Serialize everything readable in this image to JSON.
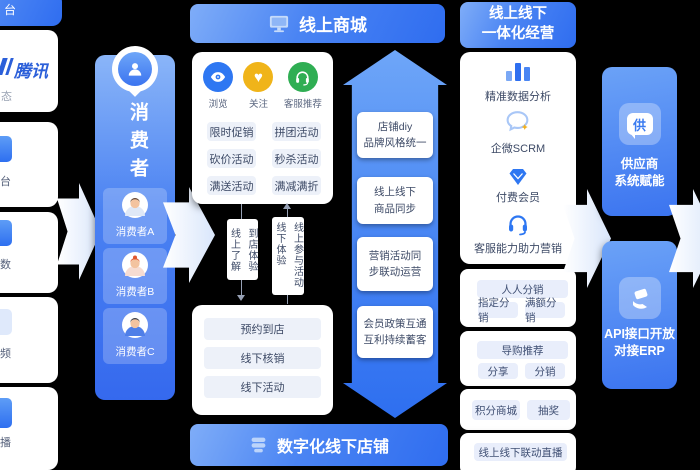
{
  "colors": {
    "background": "#000000",
    "accent_blue": "#2f6df0",
    "accent_blue_light": "#7fadf8",
    "pill_bg": "#edf1f9",
    "pill_text": "#3d4a66",
    "browse_icon_bg": "#2e77f2",
    "follow_icon_bg": "#f0b419",
    "service_icon_bg": "#2fae53",
    "tencent_blue": "#2b5fd9"
  },
  "left_strip": {
    "top_label": "台",
    "tencent": {
      "logo": "腾讯",
      "partial_text": "态"
    },
    "cards": [
      {
        "label": "台"
      },
      {
        "label": "数"
      },
      {
        "label": "频"
      },
      {
        "label": "播"
      }
    ]
  },
  "consumers": {
    "title": "消费者",
    "icon": "person-pin-icon",
    "items": [
      {
        "label": "消费者A"
      },
      {
        "label": "消费者B"
      },
      {
        "label": "消费者C"
      }
    ]
  },
  "online_mall": {
    "title": "线上商城",
    "icon": "monitor-icon",
    "channels": [
      {
        "label": "浏览",
        "icon": "eye-icon"
      },
      {
        "label": "关注",
        "icon": "heart-icon"
      },
      {
        "label": "客服推荐",
        "icon": "headset-icon"
      }
    ],
    "heart_glyph": "♥",
    "activities": [
      "限时促销",
      "拼团活动",
      "砍价活动",
      "秒杀活动",
      "满送活动",
      "满减满折"
    ]
  },
  "connectors": {
    "to_offline": {
      "col1": "线上了解",
      "col2": "到店体验"
    },
    "to_online": {
      "col1": "线下体验",
      "col2": "线上参与活动"
    }
  },
  "offline_card": {
    "buttons": [
      "预约到店",
      "线下核销",
      "线下活动"
    ]
  },
  "offline_banner": {
    "title": "数字化线下店铺",
    "icon": "store-icon"
  },
  "sync_arrow": {
    "items": [
      {
        "line1": "店铺diy",
        "line2": "品牌风格统一"
      },
      {
        "line1": "线上线下",
        "line2": "商品同步"
      },
      {
        "line1": "营销活动同",
        "line2": "步联动运营"
      },
      {
        "line1": "会员政策互通",
        "line2": "互利持续蓄客"
      }
    ]
  },
  "integration": {
    "title_line1": "线上线下",
    "title_line2": "一体化经营",
    "features": [
      {
        "label": "精准数据分析",
        "icon": "bar-chart-icon"
      },
      {
        "label": "企微SCRM",
        "icon": "chat-icon"
      },
      {
        "label": "付费会员",
        "icon": "diamond-icon"
      },
      {
        "label": "客服能力助力营销",
        "icon": "headset-icon"
      }
    ],
    "distribution": {
      "main": "人人分销",
      "subs": [
        "指定分销",
        "满额分销"
      ]
    },
    "guide": {
      "main": "导购推荐",
      "subs": [
        "分享",
        "分销"
      ]
    },
    "points": [
      "积分商城",
      "抽奖"
    ],
    "live": "线上线下联动直播"
  },
  "supplier": {
    "badge": "供",
    "line1": "供应商",
    "line2": "系统赋能"
  },
  "api": {
    "icon": "hand-card-icon",
    "line1": "API接口开放",
    "line2": "对接ERP"
  }
}
